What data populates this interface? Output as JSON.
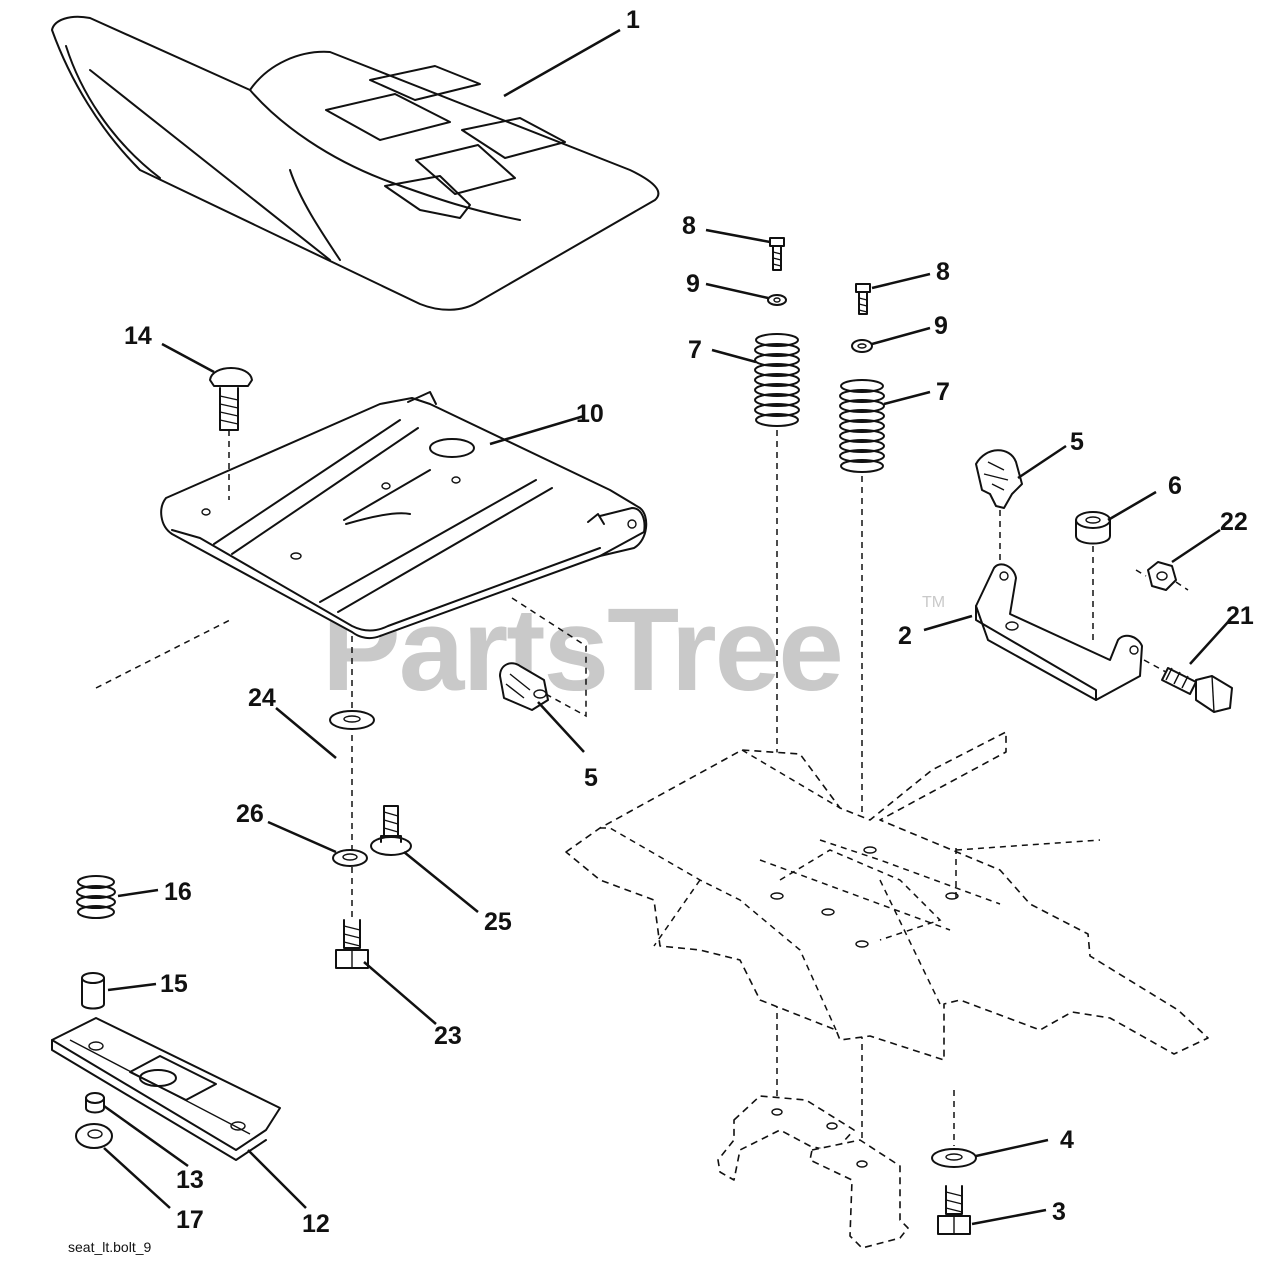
{
  "diagram": {
    "watermark": "PartsTree",
    "trademark": "TM",
    "filename": "seat_lt.bolt_9",
    "callouts": [
      {
        "id": "c1",
        "label": "1",
        "part": "seat"
      },
      {
        "id": "c2",
        "label": "2",
        "part": "bracket"
      },
      {
        "id": "c3",
        "label": "3",
        "part": "bolt"
      },
      {
        "id": "c4",
        "label": "4",
        "part": "washer"
      },
      {
        "id": "c5a",
        "label": "5",
        "part": "knob"
      },
      {
        "id": "c5b",
        "label": "5",
        "part": "knob"
      },
      {
        "id": "c6",
        "label": "6",
        "part": "bushing"
      },
      {
        "id": "c7a",
        "label": "7",
        "part": "spring"
      },
      {
        "id": "c7b",
        "label": "7",
        "part": "spring"
      },
      {
        "id": "c8a",
        "label": "8",
        "part": "bolt"
      },
      {
        "id": "c8b",
        "label": "8",
        "part": "bolt"
      },
      {
        "id": "c9a",
        "label": "9",
        "part": "washer"
      },
      {
        "id": "c9b",
        "label": "9",
        "part": "washer"
      },
      {
        "id": "c10",
        "label": "10",
        "part": "seat-pan"
      },
      {
        "id": "c12",
        "label": "12",
        "part": "slide-plate"
      },
      {
        "id": "c13",
        "label": "13",
        "part": "bushing"
      },
      {
        "id": "c14",
        "label": "14",
        "part": "carriage-bolt"
      },
      {
        "id": "c15",
        "label": "15",
        "part": "spacer"
      },
      {
        "id": "c16",
        "label": "16",
        "part": "spring"
      },
      {
        "id": "c17",
        "label": "17",
        "part": "washer"
      },
      {
        "id": "c21",
        "label": "21",
        "part": "bolt"
      },
      {
        "id": "c22",
        "label": "22",
        "part": "nut"
      },
      {
        "id": "c23",
        "label": "23",
        "part": "bolt"
      },
      {
        "id": "c24",
        "label": "24",
        "part": "washer"
      },
      {
        "id": "c25",
        "label": "25",
        "part": "bolt"
      },
      {
        "id": "c26",
        "label": "26",
        "part": "lock-washer"
      }
    ]
  }
}
